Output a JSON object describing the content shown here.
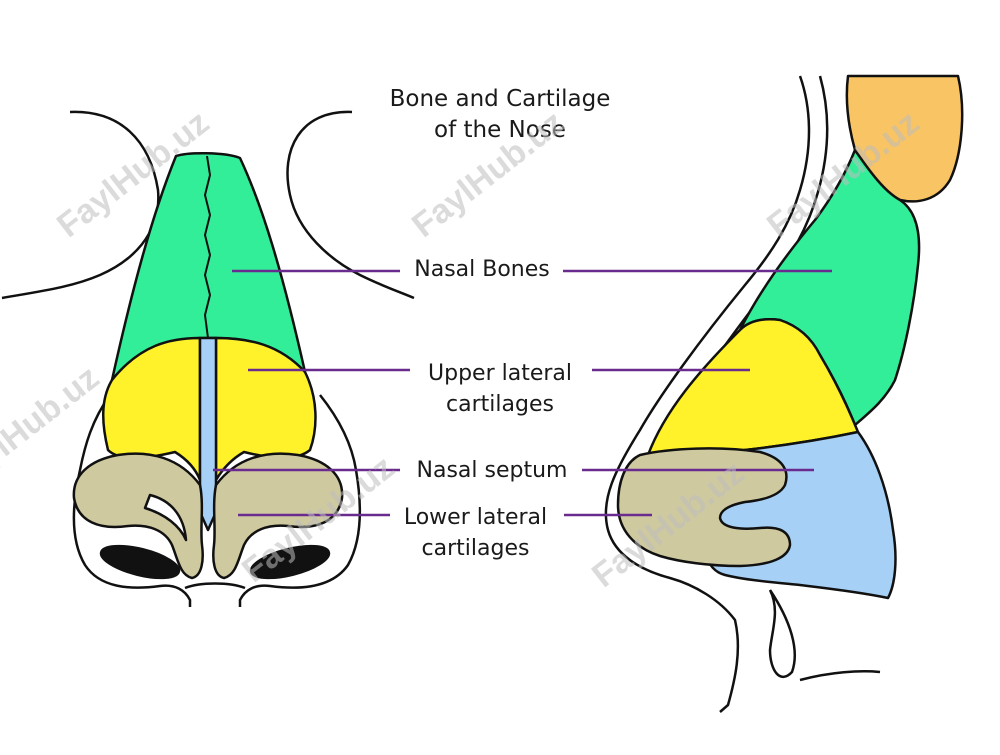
{
  "title": {
    "line1": "Bone and Cartilage",
    "line2": "of the Nose"
  },
  "labels": {
    "nasal_bones": "Nasal Bones",
    "upper_lateral_1": "Upper lateral",
    "upper_lateral_2": "cartilages",
    "nasal_septum": "Nasal septum",
    "lower_lateral_1": "Lower lateral",
    "lower_lateral_2": "cartilages"
  },
  "watermark": "FaylHub.uz",
  "colors": {
    "nasal_bones": "#33ee99",
    "upper_lateral": "#fff22a",
    "nasal_septum": "#a6d0f5",
    "lower_lateral": "#cfc9a0",
    "frontal": "#f9c463",
    "leader": "#6a2b8e"
  }
}
